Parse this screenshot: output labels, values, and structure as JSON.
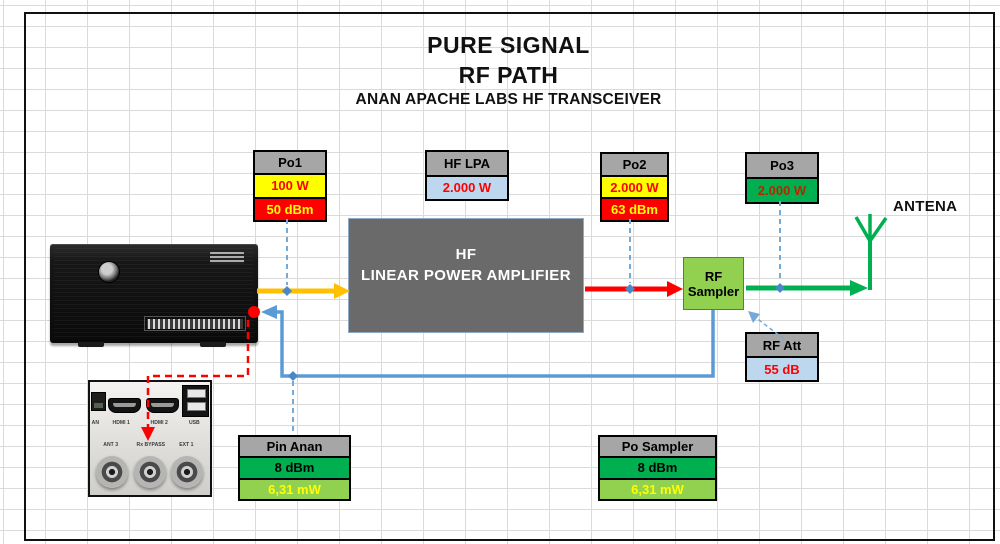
{
  "title": {
    "line1": "PURE SIGNAL",
    "line2": "RF PATH",
    "line3": "ANAN APACHE LABS HF TRANSCEIVER"
  },
  "antenna_label": "ANTENA",
  "blocks": {
    "amplifier": {
      "line1": "HF",
      "line2": "LINEAR POWER AMPLIFIER"
    },
    "sampler": {
      "line1": "RF",
      "line2": "Sampler"
    }
  },
  "boxes": {
    "po1": {
      "header": "Po1",
      "watts": "100 W",
      "dbm": "50 dBm"
    },
    "hf_lpa": {
      "header": "HF LPA",
      "watts": "2.000 W"
    },
    "po2": {
      "header": "Po2",
      "watts": "2.000 W",
      "dbm": "63 dBm"
    },
    "po3": {
      "header": "Po3",
      "watts": "2.000 W"
    },
    "rf_att": {
      "header": "RF Att",
      "value": "55 dB"
    },
    "pin_anan": {
      "header": "Pin Anan",
      "dbm": "8 dBm",
      "mw": "6,31 mW"
    },
    "po_sampler": {
      "header": "Po Sampler",
      "dbm": "8 dBm",
      "mw": "6,31 mW"
    }
  },
  "back_panel": {
    "port_labels": [
      "AN",
      "HDMI 1",
      "HDMI 2",
      "USB"
    ],
    "connector_labels": [
      "ANT 3",
      "Rx BYPASS",
      "EXT 1"
    ]
  },
  "colors": {
    "header_gray": "#a6a6a6",
    "yellow_cell": "#ffff00",
    "red_cell": "#ff0000",
    "green_cell": "#00b050",
    "light_green_cell": "#92d050",
    "light_blue_cell": "#bdd7ee",
    "amplifier_gray": "#6a6a6a",
    "arrow_yellow": "#ffc000",
    "arrow_red": "#ff0000",
    "arrow_green": "#00b050",
    "line_blue": "#5b9bd5",
    "dashed_blue": "#74a9d8",
    "dashed_red": "#ff0000",
    "grid_line": "#dadada"
  }
}
